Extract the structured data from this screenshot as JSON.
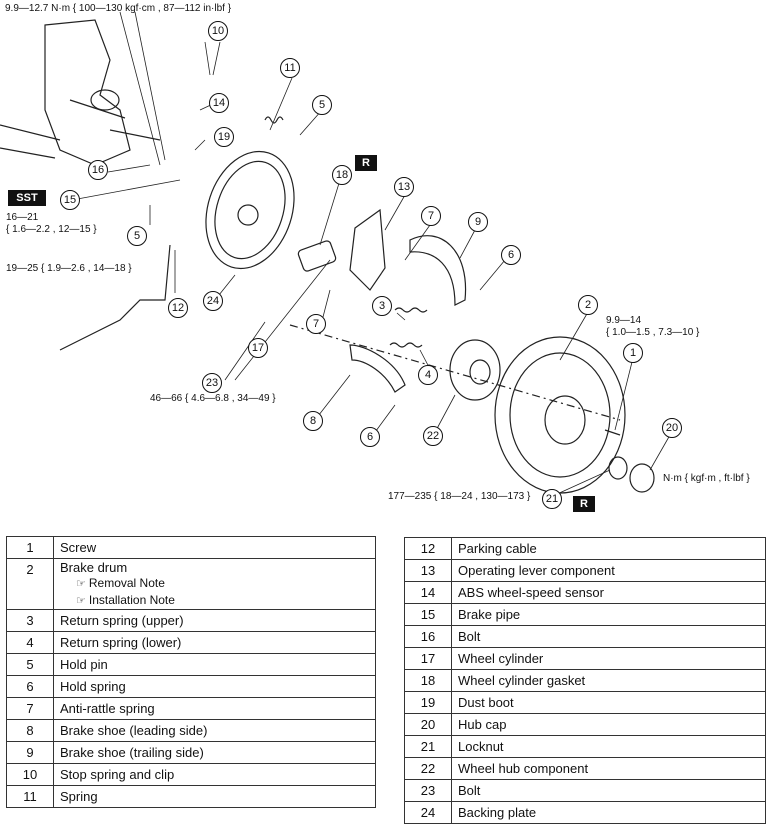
{
  "torque": {
    "t1": "9.9—12.7 N·m { 100—130 kgf·cm , 87—112 in·lbf }",
    "t2a": "16—21",
    "t2b": "{ 1.6—2.2 , 12—15 }",
    "t3": "19—25 { 1.9—2.6 , 14—18 }",
    "t4": "46—66 { 4.6—6.8 , 34—49 }",
    "t5a": "9.9—14",
    "t5b": "{ 1.0—1.5 , 7.3—10 }",
    "t6": "177—235 { 18—24 , 130—173 }",
    "unit": "N·m { kgf·m , ft·lbf }"
  },
  "badges": {
    "sst": "SST",
    "r": "R"
  },
  "callouts": [
    "1",
    "2",
    "3",
    "4",
    "5",
    "6",
    "7",
    "8",
    "9",
    "10",
    "11",
    "12",
    "13",
    "14",
    "15",
    "16",
    "17",
    "18",
    "19",
    "20",
    "21",
    "22",
    "23",
    "24"
  ],
  "parts_left": [
    {
      "num": "1",
      "name": "Screw"
    },
    {
      "num": "2",
      "name": "Brake drum",
      "notes": [
        "Removal Note",
        "Installation Note"
      ]
    },
    {
      "num": "3",
      "name": "Return spring (upper)"
    },
    {
      "num": "4",
      "name": "Return spring (lower)"
    },
    {
      "num": "5",
      "name": "Hold pin"
    },
    {
      "num": "6",
      "name": "Hold spring"
    },
    {
      "num": "7",
      "name": "Anti-rattle spring"
    },
    {
      "num": "8",
      "name": "Brake shoe (leading side)"
    },
    {
      "num": "9",
      "name": "Brake shoe (trailing side)"
    },
    {
      "num": "10",
      "name": "Stop spring and clip"
    },
    {
      "num": "11",
      "name": "Spring"
    }
  ],
  "parts_right": [
    {
      "num": "12",
      "name": "Parking cable"
    },
    {
      "num": "13",
      "name": "Operating lever component"
    },
    {
      "num": "14",
      "name": "ABS wheel-speed sensor"
    },
    {
      "num": "15",
      "name": "Brake pipe"
    },
    {
      "num": "16",
      "name": "Bolt"
    },
    {
      "num": "17",
      "name": "Wheel cylinder"
    },
    {
      "num": "18",
      "name": "Wheel cylinder gasket"
    },
    {
      "num": "19",
      "name": "Dust boot"
    },
    {
      "num": "20",
      "name": "Hub cap"
    },
    {
      "num": "21",
      "name": "Locknut"
    },
    {
      "num": "22",
      "name": "Wheel hub component"
    },
    {
      "num": "23",
      "name": "Bolt"
    },
    {
      "num": "24",
      "name": "Backing plate"
    }
  ]
}
